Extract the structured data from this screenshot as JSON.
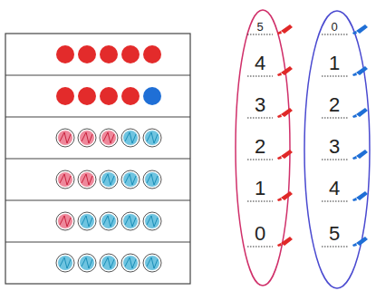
{
  "diagram": {
    "labels": [
      "5",
      "0",
      "4",
      "1",
      "3",
      "2",
      "2",
      "3",
      "1",
      "4",
      "0",
      "5"
    ]
  }
}
